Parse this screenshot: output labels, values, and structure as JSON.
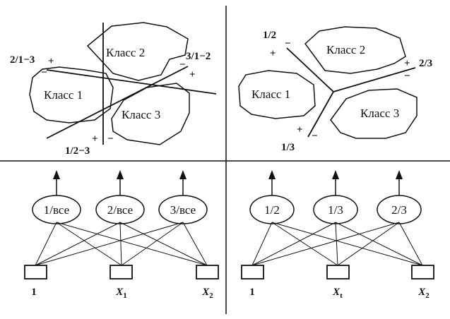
{
  "top_left": {
    "classes": [
      "Класс 2",
      "Класс 1",
      "Класс 3"
    ],
    "separators": [
      "2/1−3",
      "3/1−2",
      "1/2−3"
    ]
  },
  "top_right": {
    "classes": [
      "Класс 2",
      "Класс 1",
      "Класс 3"
    ],
    "separators": [
      "1/2",
      "2/3",
      "1/3"
    ]
  },
  "bottom_left": {
    "nodes": [
      "1/все",
      "2/все",
      "3/все"
    ],
    "inputs": [
      "1",
      "X",
      "X"
    ],
    "input_subscripts": [
      "",
      "1",
      "2"
    ]
  },
  "bottom_right": {
    "nodes": [
      "1/2",
      "1/3",
      "2/3"
    ],
    "inputs": [
      "1",
      "X",
      "X"
    ],
    "input_subscripts": [
      "",
      "t",
      "2"
    ]
  },
  "signs": {
    "plus": "+",
    "minus": "−"
  }
}
